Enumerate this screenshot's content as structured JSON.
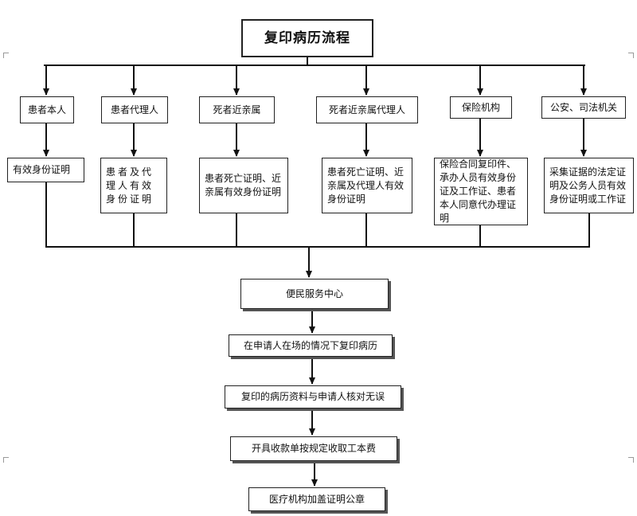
{
  "title": "复印病历流程",
  "applicants": [
    {
      "label": "患者本人",
      "docs": "有效身份证明"
    },
    {
      "label": "患者代理人",
      "docs": "患者及代理人有效身份证明"
    },
    {
      "label": "死者近亲属",
      "docs": "患者死亡证明、近亲属有效身份证明"
    },
    {
      "label": "死者近亲属代理人",
      "docs": "患者死亡证明、近亲属及代理人有效身份证明"
    },
    {
      "label": "保险机构",
      "docs": "保险合同复印件、承办人员有效身份证及工作证、患者本人同意代办理证明"
    },
    {
      "label": "公安、司法机关",
      "docs": "采集证据的法定证明及公务人员有效身份证明或工作证"
    }
  ],
  "steps": [
    "便民服务中心",
    "在申请人在场的情况下复印病历",
    "复印的病历资料与申请人核对无误",
    "开具收款单按规定收取工本费",
    "医疗机构加盖证明公章"
  ]
}
